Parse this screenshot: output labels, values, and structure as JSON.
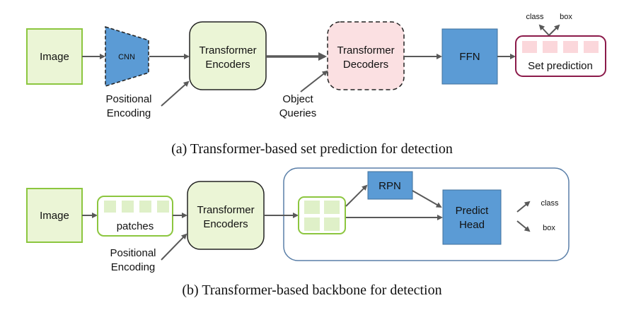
{
  "colors": {
    "green_fill": "#ebf5d6",
    "green_stroke": "#8cc63f",
    "blue_fill": "#5b9bd5",
    "blue_stroke": "#41719c",
    "pink_fill": "#fbe0e2",
    "maroon_stroke": "#8b1a4a",
    "panel_stroke": "#5a7fa8",
    "arrow": "#595959"
  },
  "top": {
    "image": "Image",
    "cnn": "CNN",
    "encoders_l1": "Transformer",
    "encoders_l2": "Encoders",
    "positional_l1": "Positional",
    "positional_l2": "Encoding",
    "decoders_l1": "Transformer",
    "decoders_l2": "Decoders",
    "queries_l1": "Object",
    "queries_l2": "Queries",
    "ffn": "FFN",
    "set_prediction": "Set prediction",
    "class_label": "class",
    "box_label": "box",
    "caption": "(a) Transformer-based set prediction for detection"
  },
  "bottom": {
    "image": "Image",
    "patches": "patches",
    "encoders_l1": "Transformer",
    "encoders_l2": "Encoders",
    "positional_l1": "Positional",
    "positional_l2": "Encoding",
    "rpn": "RPN",
    "predict_l1": "Predict",
    "predict_l2": "Head",
    "class_label": "class",
    "box_label": "box",
    "caption": "(b) Transformer-based backbone for detection"
  }
}
